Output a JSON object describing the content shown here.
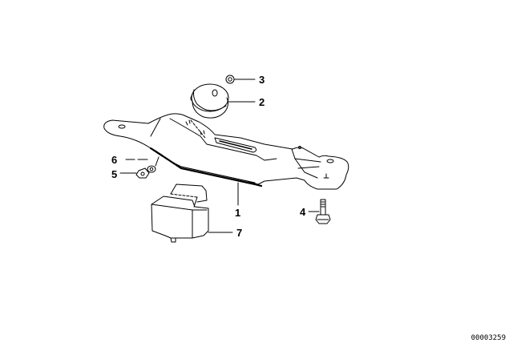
{
  "diagram": {
    "type": "exploded-parts-diagram",
    "document_id": "00003259",
    "parts": [
      {
        "number": "1",
        "name": "crossmember"
      },
      {
        "number": "2",
        "name": "rubber-mount"
      },
      {
        "number": "3",
        "name": "nut"
      },
      {
        "number": "4",
        "name": "bolt"
      },
      {
        "number": "5",
        "name": "nut"
      },
      {
        "number": "6",
        "name": "nut"
      },
      {
        "number": "7",
        "name": "buffer-cap"
      }
    ],
    "labels": {
      "p1": "1",
      "p2": "2",
      "p3": "3",
      "p4": "4",
      "p5": "5",
      "p6": "6",
      "p7": "7"
    },
    "colors": {
      "line": "#000000",
      "background": "#ffffff"
    }
  }
}
